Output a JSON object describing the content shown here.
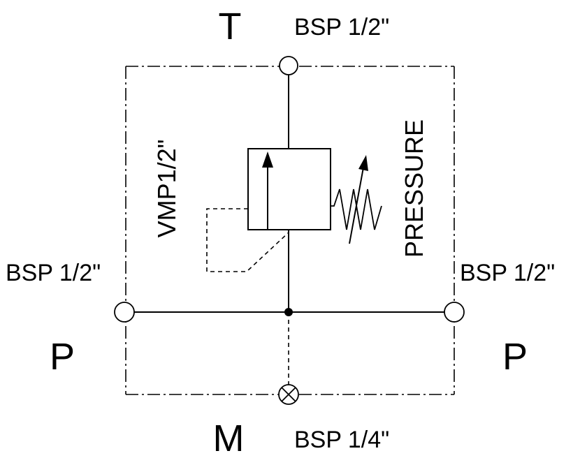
{
  "ports": {
    "t": {
      "letter": "T",
      "size": "BSP 1/2\""
    },
    "p_left": {
      "letter": "P",
      "size": "BSP 1/2\""
    },
    "p_right": {
      "letter": "P",
      "size": "BSP 1/2\""
    },
    "m": {
      "letter": "M",
      "size": "BSP 1/4\""
    }
  },
  "valve": {
    "model": "VMP1/2\"",
    "function": "PRESSURE"
  }
}
